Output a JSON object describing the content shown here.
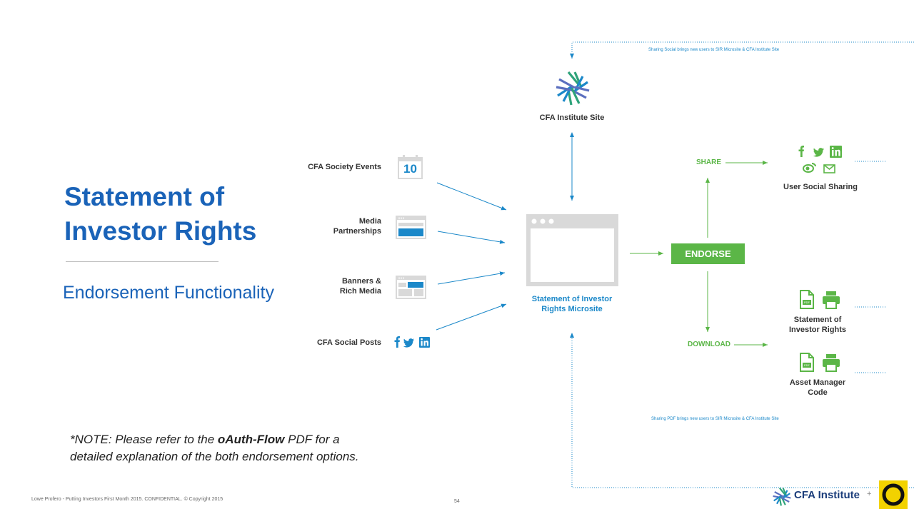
{
  "title": "Statement of Investor Rights",
  "subtitle": "Endorsement Functionality",
  "note": {
    "prefix": "*NOTE: Please refer to the ",
    "bold": "oAuth-Flow",
    "suffix": " PDF for a detailed explanation of the both endorsement options."
  },
  "footer": {
    "left": "Lowe Profero - Putting Investors First Month 2015. CONFIDENTIAL. © Copyright 2015",
    "page": "54",
    "brand": "CFA Institute",
    "plus": "+"
  },
  "sources": {
    "events": "CFA Society Events",
    "media_line1": "Media",
    "media_line2": "Partnerships",
    "banners_line1": "Banners &",
    "banners_line2": "Rich Media",
    "social": "CFA Social Posts",
    "calendar_number": "10"
  },
  "hub": {
    "cfa_site": "CFA Institute Site",
    "microsite_line1": "Statement of Investor",
    "microsite_line2": "Rights Microsite"
  },
  "actions": {
    "endorse": "ENDORSE",
    "share": "SHARE",
    "download": "DOWNLOAD"
  },
  "outputs": {
    "social_sharing": "User Social Sharing",
    "statement_line1": "Statement of",
    "statement_line2": "Investor Rights",
    "asset_line1": "Asset Manager",
    "asset_line2": "Code",
    "pdf_badge": "PDF"
  },
  "notes": {
    "top": "Sharing Social brings new users to SIR Microsite & CFA Institute Site",
    "bottom": "Sharing PDF brings new users to SIR Microsite & CFA Institute Site"
  },
  "colors": {
    "title_blue": "#1a63b8",
    "diagram_blue": "#1b88c9",
    "green": "#5bb647",
    "gray": "#d9d9d9",
    "logo_yellow": "#f2d200"
  }
}
